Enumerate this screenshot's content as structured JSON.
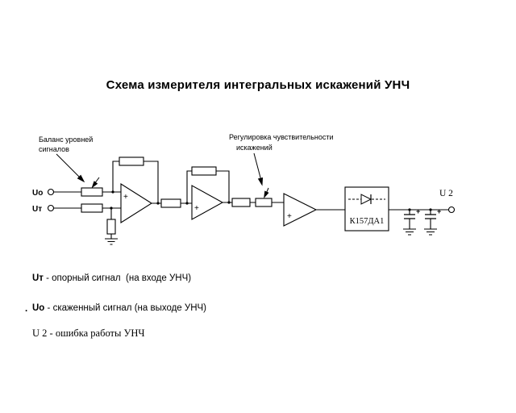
{
  "title": "Схема измерителя интегральных искажений УНЧ",
  "annotations": {
    "balance": {
      "line1": "Баланс уровней",
      "line2": "сигналов"
    },
    "sensitivity": {
      "line1": "Регулировка чувствительности",
      "line2": "искажений"
    }
  },
  "terminals": {
    "input_top": "Uо",
    "input_bottom": "Uт",
    "output": "U 2"
  },
  "components": {
    "chip": "К157ДА1",
    "opamp_plus": "+",
    "cap_plus": "+"
  },
  "legend": [
    {
      "bullet": "",
      "term": "Uт",
      "desc": " - опорный сигнал  (на входе УНЧ)"
    },
    {
      "bullet": ".",
      "term": "Uо",
      "desc": " - скаженный сигнал (на выходе УНЧ)"
    },
    {
      "bullet": "",
      "term": "U 2",
      "desc": " - ошибка работы УНЧ"
    }
  ],
  "colors": {
    "ink": "#000000",
    "background": "#ffffff"
  }
}
